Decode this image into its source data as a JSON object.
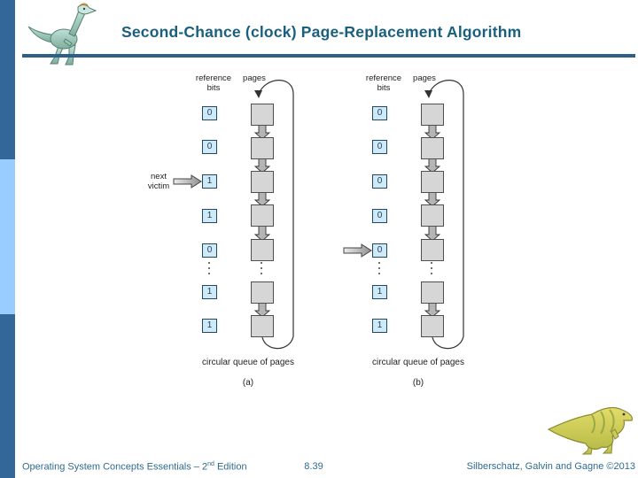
{
  "slide": {
    "title": "Second-Chance (clock) Page-Replacement Algorithm"
  },
  "icons": {
    "top_left": "dinosaur-mascot",
    "bottom_right": "dinosaur-mascot"
  },
  "diagrams": [
    {
      "key": "a",
      "reference_bits_label": "reference\nbits",
      "pages_label": "pages",
      "bits": [
        "0",
        "0",
        "1",
        "1",
        "0",
        "1",
        "1"
      ],
      "pointer_row": 2,
      "pointer_label": "next\nvictim",
      "caption": "circular queue of pages",
      "sublabel": "(a)"
    },
    {
      "key": "b",
      "reference_bits_label": "reference\nbits",
      "pages_label": "pages",
      "bits": [
        "0",
        "0",
        "0",
        "0",
        "0",
        "1",
        "1"
      ],
      "pointer_row": 4,
      "pointer_label": "",
      "caption": "circular queue of pages",
      "sublabel": "(b)"
    }
  ],
  "footer": {
    "book": "Operating System Concepts Essentials – 2",
    "edition_sup": "nd",
    "edition_tail": " Edition",
    "page_number": "8.39",
    "authors": "Silberschatz, Galvin and Gagne ©2013"
  },
  "colors": {
    "title": "#1a5f7e",
    "accent_bar_dark": "#336699",
    "accent_bar_light": "#99ccff",
    "ref_box_fill": "#cfe9f7",
    "page_box_fill": "#d6d6d6",
    "footer_text": "#2f6b8f"
  }
}
